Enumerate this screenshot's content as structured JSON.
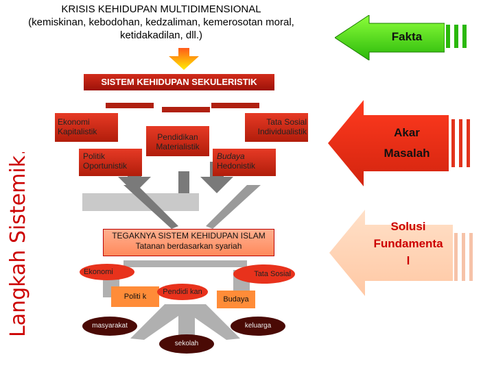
{
  "side_title": "Langkah Sistemik…",
  "top": {
    "line1": "KRISIS KEHIDUPAN MULTIDIMENSIONAL",
    "line2": "(kemiskinan, kebodohan, kedzaliman, kemerosotan moral,",
    "line3": "ketidakadilan, dll.)"
  },
  "system": "SISTEM KEHIDUPAN  SEKULERISTIK",
  "boxes": {
    "ekonomi": "Ekonomi\nKapitalistik",
    "tata_sosial": "Tata Sosial\nIndividualistik",
    "pendidikan": "Pendidikan\nMaterialistik",
    "politik": "Politik\nOportunistik",
    "budaya_label": "Budaya",
    "budaya_sub": "Hedonistik"
  },
  "islam": {
    "line1": "TEGAKNYA SISTEM KEHIDUPAN  ISLAM",
    "line2": "Tatanan berdasarkan syariah"
  },
  "nodes": {
    "ekonomi": "Ekonomi",
    "tata_sosial": "Tata Sosial",
    "politik": "Politi k",
    "pendidikan": "Pendidi kan",
    "budaya": "Budaya",
    "masyarakat": "masyarakat",
    "keluarga": "keluarga",
    "sekolah": "sekolah"
  },
  "right": {
    "fakta": "Fakta",
    "akar1": "Akar",
    "akar2": "Masalah",
    "solusi1": "Solusi",
    "solusi2": "Fundamenta",
    "solusi3": "l"
  }
}
